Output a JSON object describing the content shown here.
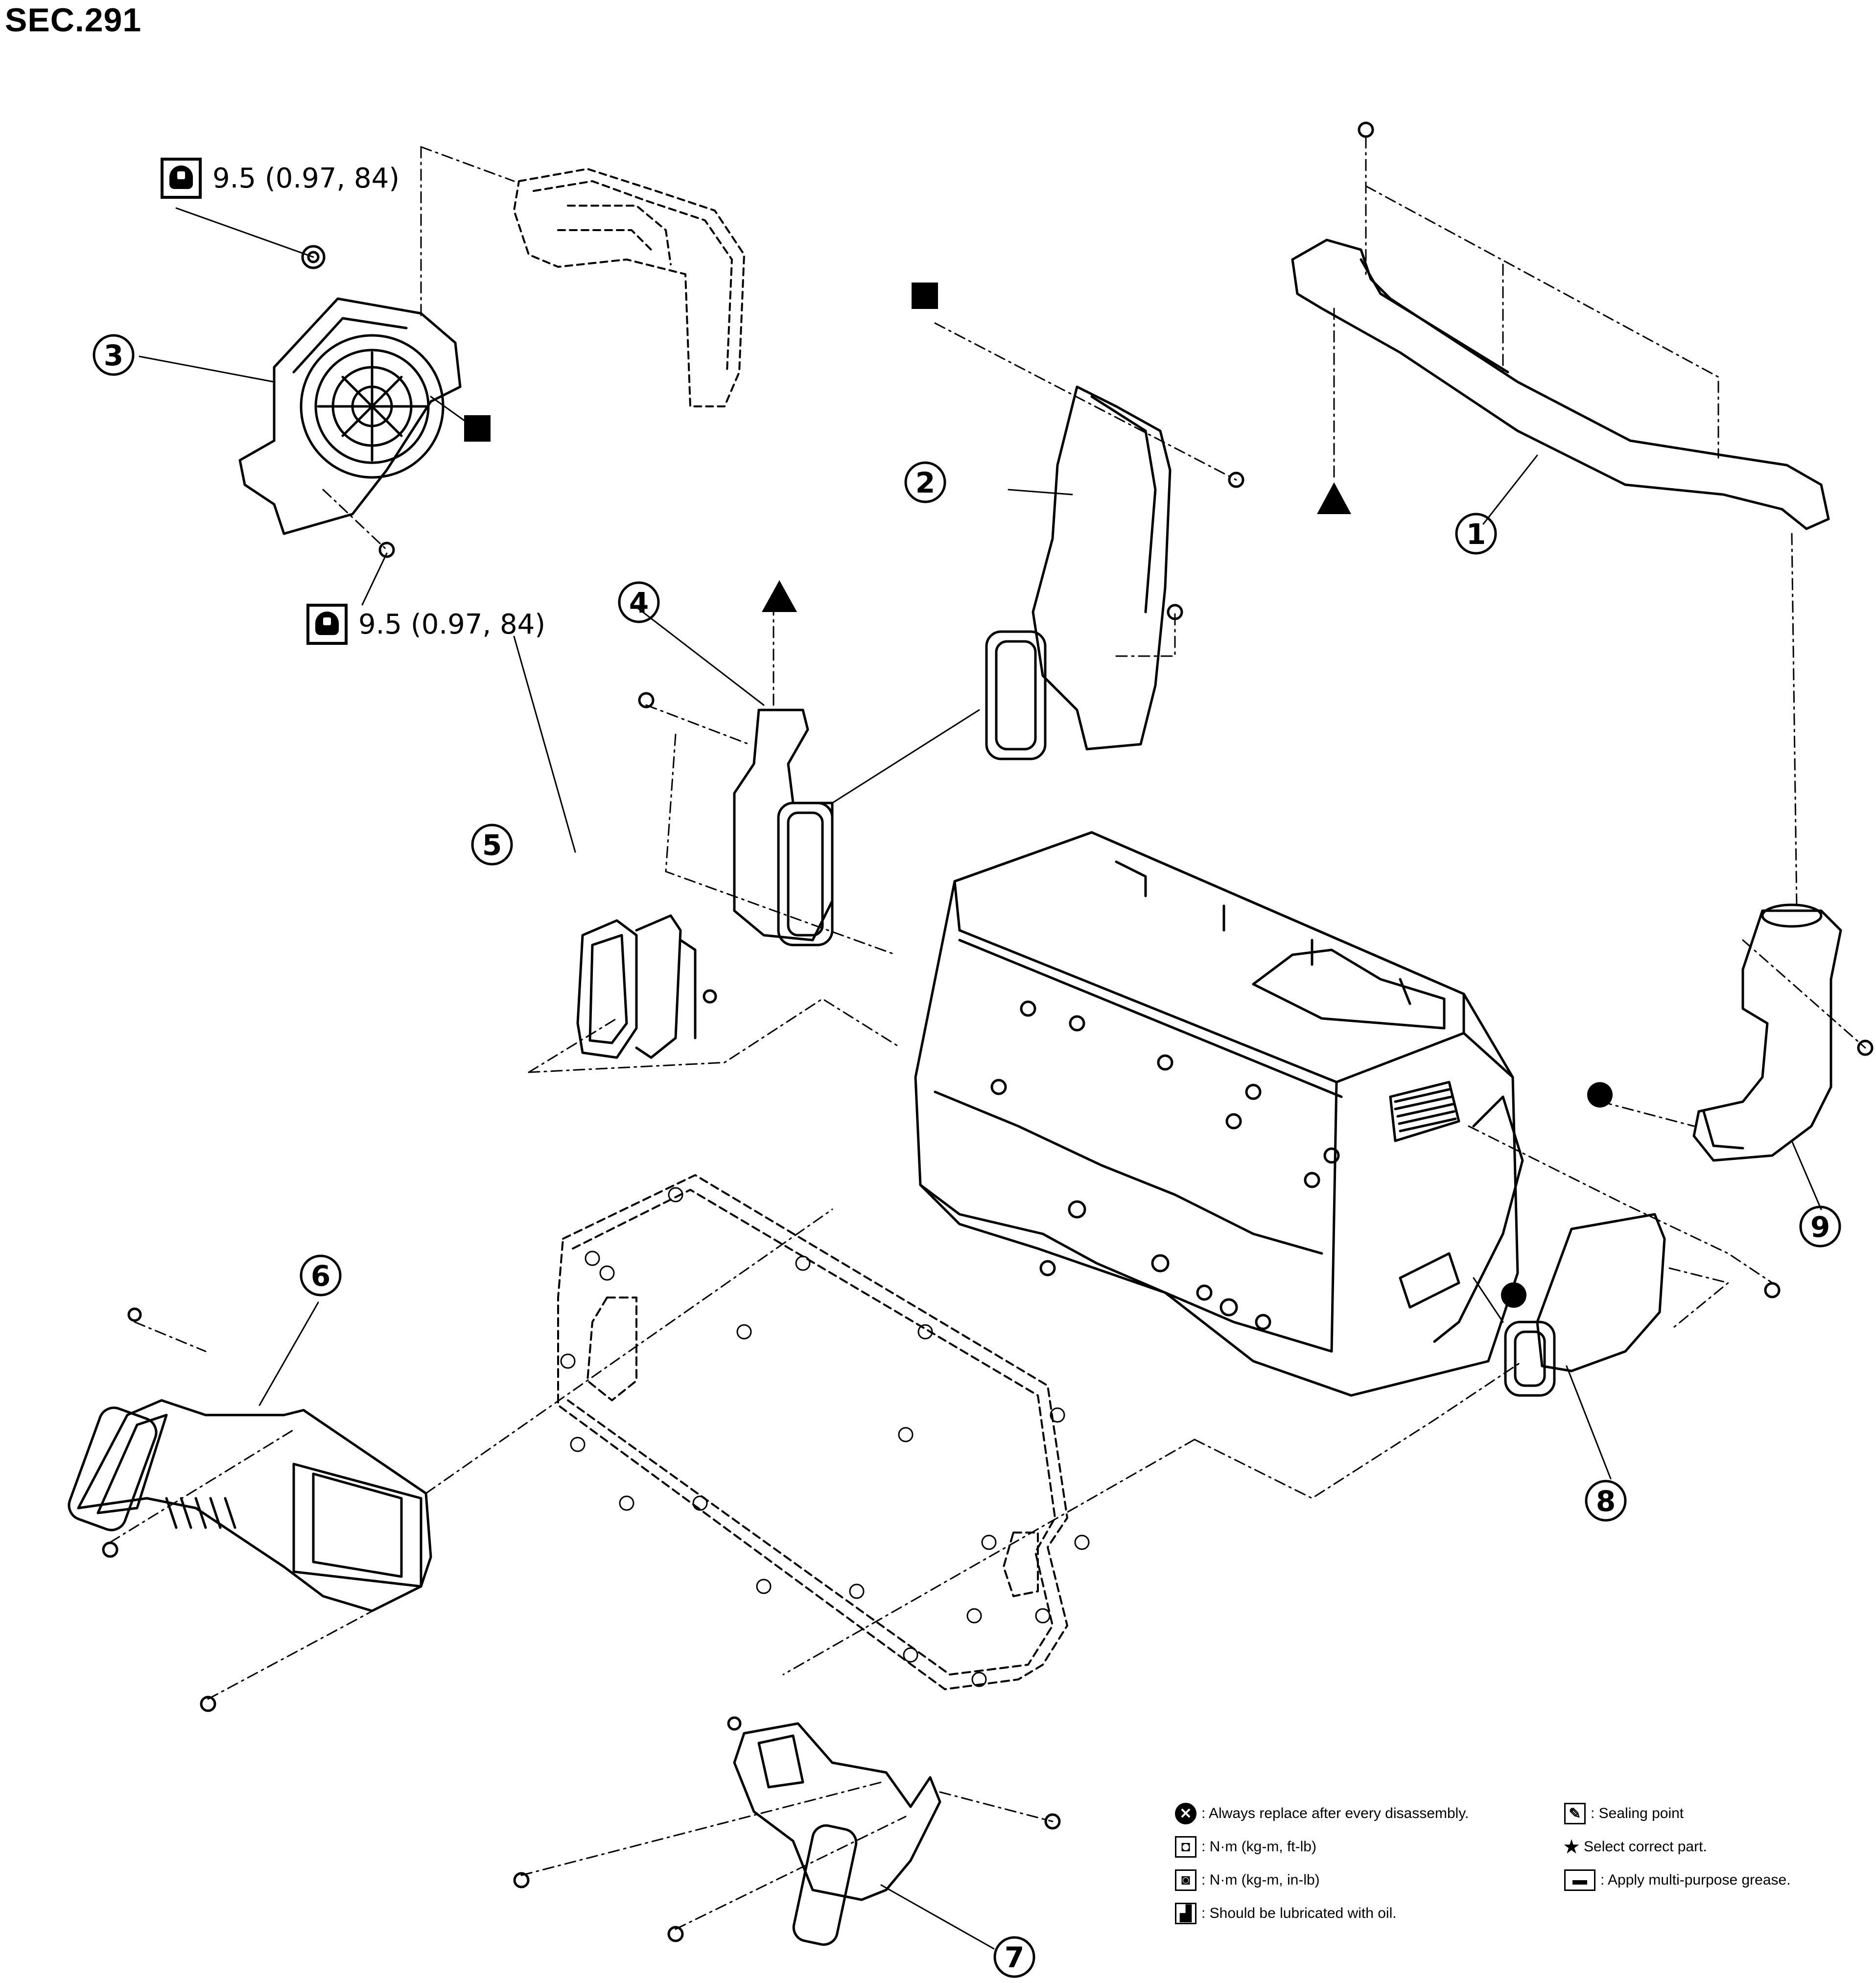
{
  "section": "SEC.291",
  "torque_specs": [
    {
      "value": "9.5 (0.97, 84)",
      "icon": "torque-wrench-icon"
    },
    {
      "value": "9.5 (0.97, 84)",
      "icon": "torque-wrench-icon"
    }
  ],
  "callouts": [
    "1",
    "2",
    "3",
    "4",
    "5",
    "6",
    "7",
    "8",
    "9"
  ],
  "markers": {
    "square": "■",
    "triangle": "▲",
    "circle": "●"
  },
  "legend": {
    "left": [
      {
        "icon": "replace-icon",
        "text": ": Always replace after every disassembly."
      },
      {
        "icon": "torque-nm-icon",
        "text": ": N·m (kg-m, ft-lb)"
      },
      {
        "icon": "torque-inlb-icon",
        "text": ": N·m (kg-m, in-lb)"
      },
      {
        "icon": "oil-can-icon",
        "text": ": Should be lubricated with oil."
      }
    ],
    "right": [
      {
        "icon": "sealing-icon",
        "text": ": Sealing point"
      },
      {
        "icon": "star-icon",
        "glyph": "★",
        "text": "Select correct part."
      },
      {
        "icon": "grease-icon",
        "text": ": Apply multi-purpose grease."
      }
    ]
  }
}
